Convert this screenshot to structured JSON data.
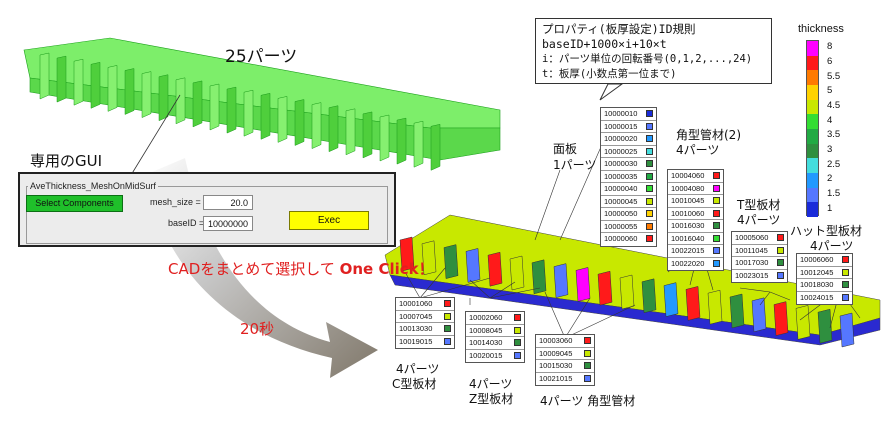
{
  "headline_parts": "25パーツ",
  "gui_caption": "専用のGUI",
  "gui": {
    "title": "AveThickness_MeshOnMidSurf",
    "select_button": "Select Components",
    "mesh_size_label": "mesh_size =",
    "mesh_size_value": "20.0",
    "baseid_label": "baseID =",
    "baseid_value": "10000000",
    "exec_button": "Exec"
  },
  "cad_message": {
    "main": "CADをまとめて選択して",
    "emph": "One Click！"
  },
  "time_label": "20秒",
  "rule": {
    "line1": "プロパティ(板厚設定)ID規則",
    "line2": "baseID+1000×i+10×t",
    "line3": "i：パーツ単位の回転番号(0,1,2,...,24)",
    "line4": "t：板厚(小数点第一位まで)"
  },
  "legend": {
    "title": "thickness",
    "ticks": [
      "8",
      "6",
      "5.5",
      "5",
      "4.5",
      "4",
      "3.5",
      "3",
      "2.5",
      "2",
      "1.5",
      "1"
    ],
    "colors": [
      "#ff00ff",
      "#ff1a1a",
      "#ff7a00",
      "#ffd200",
      "#c8e800",
      "#33dd33",
      "#22aa44",
      "#2f8f3f",
      "#44dddd",
      "#2299ff",
      "#5577ff",
      "#1a2bd9"
    ]
  },
  "groups": {
    "panel": {
      "name": "面板",
      "count": "1パーツ",
      "ids": [
        "10000010",
        "10000015",
        "10000020",
        "10000025",
        "10000030",
        "10000035",
        "10000040",
        "10000045",
        "10000050",
        "10000055",
        "10000060"
      ],
      "colors": [
        "#1a2bd9",
        "#5577ff",
        "#2299ff",
        "#44dddd",
        "#2f8f3f",
        "#22aa44",
        "#33dd33",
        "#c8e800",
        "#ffd200",
        "#ff7a00",
        "#ff1a1a"
      ]
    },
    "kaku2": {
      "name": "角型管材(2)",
      "count": "4パーツ",
      "ids": [
        "10004060",
        "10004080",
        "10010045",
        "10010060",
        "10016030",
        "10016040",
        "10022015",
        "10022020"
      ],
      "colors": [
        "#ff1a1a",
        "#ff00ff",
        "#c8e800",
        "#ff1a1a",
        "#2f8f3f",
        "#33dd33",
        "#5577ff",
        "#2299ff"
      ]
    },
    "t_type": {
      "name": "T型板材",
      "count": "4パーツ",
      "ids": [
        "10005060",
        "10011045",
        "10017030",
        "10023015"
      ],
      "colors": [
        "#ff1a1a",
        "#c8e800",
        "#2f8f3f",
        "#5577ff"
      ]
    },
    "hat": {
      "name": "ハット型板材",
      "count": "4パーツ",
      "ids": [
        "10006060",
        "10012045",
        "10018030",
        "10024015"
      ],
      "colors": [
        "#ff1a1a",
        "#c8e800",
        "#2f8f3f",
        "#5577ff"
      ]
    },
    "c_type": {
      "count": "4パーツ",
      "name": "C型板材",
      "ids": [
        "10001060",
        "10007045",
        "10013030",
        "10019015"
      ],
      "colors": [
        "#ff1a1a",
        "#c8e800",
        "#2f8f3f",
        "#5577ff"
      ]
    },
    "z_type": {
      "count": "4パーツ",
      "name": "Z型板材",
      "ids": [
        "10002060",
        "10008045",
        "10014030",
        "10020015"
      ],
      "colors": [
        "#ff1a1a",
        "#c8e800",
        "#2f8f3f",
        "#5577ff"
      ]
    },
    "kaku": {
      "label": "4パーツ 角型管材",
      "ids": [
        "10003060",
        "10009045",
        "10015030",
        "10021015"
      ],
      "colors": [
        "#ff1a1a",
        "#c8e800",
        "#2f8f3f",
        "#5577ff"
      ]
    }
  }
}
